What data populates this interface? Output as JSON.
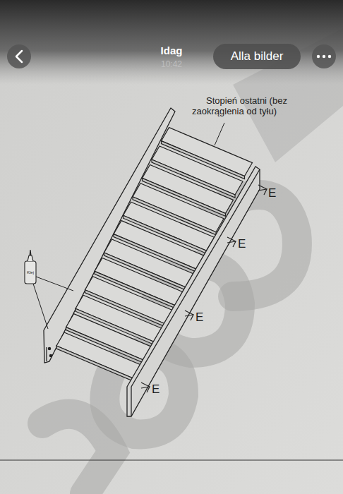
{
  "diagram": {
    "nodes": [
      {
        "text": [
          "Alla bilder"
        ]
      }
    ],
    "labels": [
      "Idag",
      "10:42",
      "Stopień ostatni (bez zaokrąglenia od tyłu)",
      "E",
      "E",
      "E",
      "E",
      "Klej"
    ]
  }
}
